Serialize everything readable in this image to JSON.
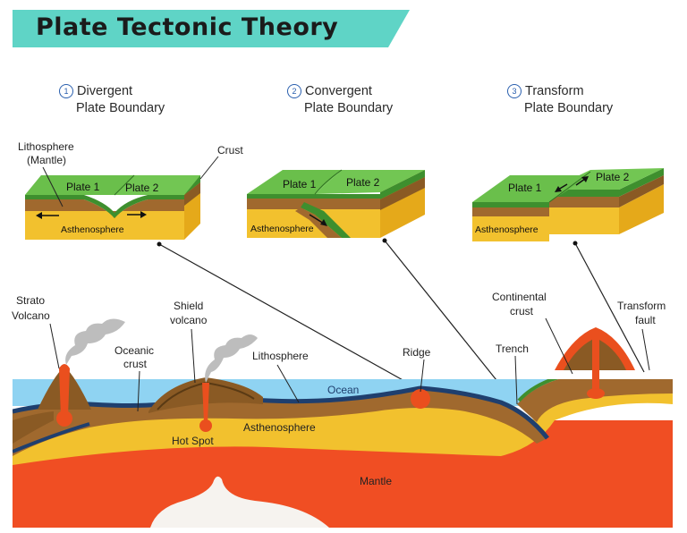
{
  "title": "Plate Tectonic Theory",
  "boundaries": [
    {
      "number": "1",
      "line1": "Divergent",
      "line2": "Plate Boundary"
    },
    {
      "number": "2",
      "line1": "Convergent",
      "line2": "Plate Boundary"
    },
    {
      "number": "3",
      "line1": "Transform",
      "line2": "Plate Boundary"
    }
  ],
  "block_labels": {
    "plate1": "Plate 1",
    "plate2": "Plate 2",
    "asthenosphere": "Asthenosphere",
    "lithosphere_mantle_1": "Lithosphere",
    "lithosphere_mantle_2": "(Mantle)",
    "crust": "Crust"
  },
  "cross_section_labels": {
    "strato_1": "Strato",
    "strato_2": "Volcano",
    "shield_1": "Shield",
    "shield_2": "volcano",
    "oceanic_1": "Oceanic",
    "oceanic_2": "crust",
    "lithosphere": "Lithosphere",
    "ridge": "Ridge",
    "trench": "Trench",
    "continental_1": "Continental",
    "continental_2": "crust",
    "transform_1": "Transform",
    "transform_2": "fault",
    "ocean": "Ocean",
    "asthenosphere": "Asthenosphere",
    "hot_spot": "Hot Spot",
    "mantle": "Mantle"
  },
  "colors": {
    "banner": "#5fd4c6",
    "green_crust": "#6abf4b",
    "brown_lithosphere": "#a0692e",
    "yellow_asthenosphere": "#f2c12e",
    "mantle_red": "#f04e23",
    "ocean_blue": "#8fd3f2",
    "oceanic_crust_dark": "#1f3f6e",
    "magma": "#ea4f1e",
    "core_white": "#f6f3ef"
  }
}
